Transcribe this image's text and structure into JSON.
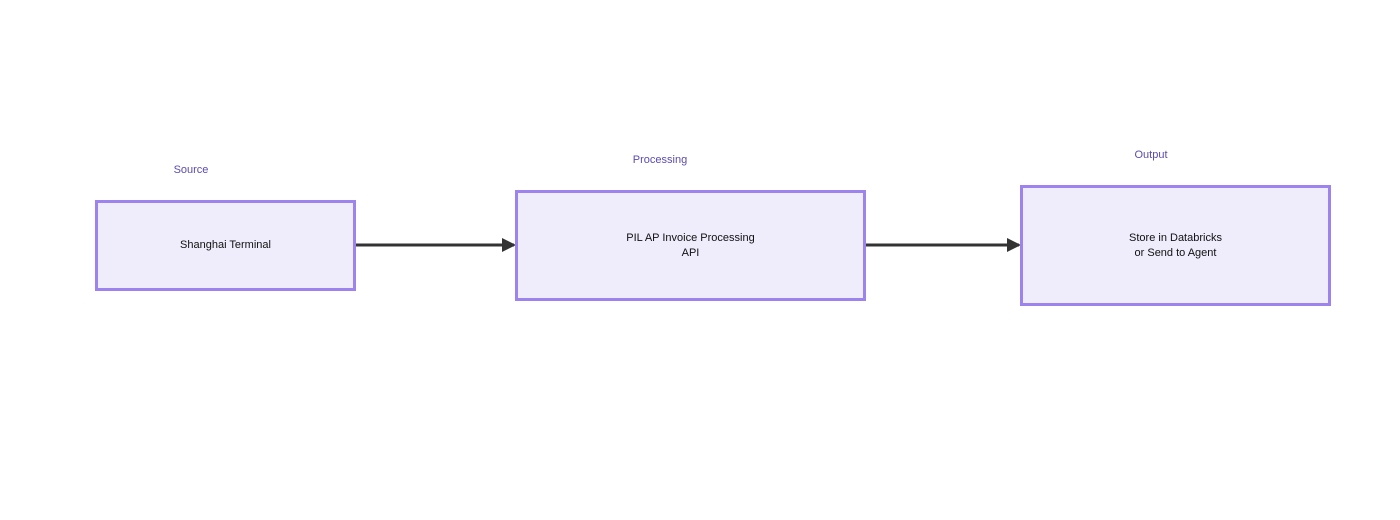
{
  "groups": {
    "source": {
      "label": "Source"
    },
    "processing": {
      "label": "Processing"
    },
    "output": {
      "label": "Output"
    }
  },
  "nodes": {
    "source": {
      "label": "Shanghai Terminal"
    },
    "processing": {
      "label": "PIL AP Invoice Processing\nAPI"
    },
    "output": {
      "label": "Store in Databricks\nor Send to Agent"
    }
  },
  "edges": [
    {
      "from": "source",
      "to": "processing"
    },
    {
      "from": "processing",
      "to": "output"
    }
  ],
  "colors": {
    "node_fill": "#efecfb",
    "node_border": "#9c83ee",
    "group_label": "#5b4bb0",
    "edge": "#333333"
  }
}
